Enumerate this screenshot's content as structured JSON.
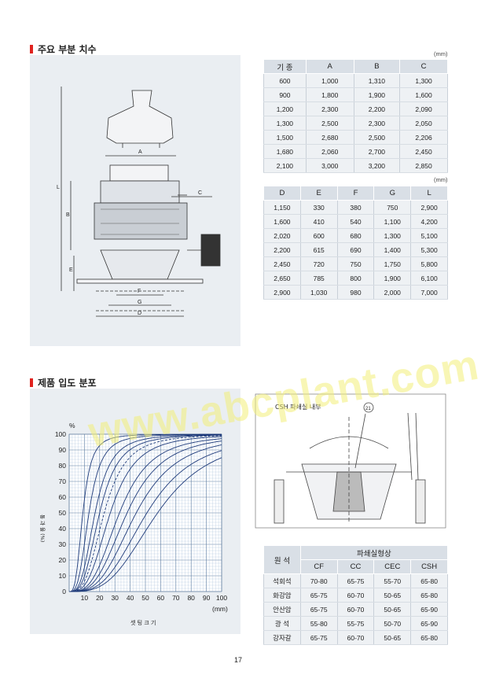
{
  "section1": {
    "title": "주요 부분 치수"
  },
  "section2": {
    "title": "제품 입도 분포"
  },
  "table1": {
    "unit": "(mm)",
    "headers": [
      "기 종",
      "A",
      "B",
      "C"
    ],
    "rows": [
      [
        "600",
        "1,000",
        "1,310",
        "1,300"
      ],
      [
        "900",
        "1,800",
        "1,900",
        "1,600"
      ],
      [
        "1,200",
        "2,300",
        "2,200",
        "2,090"
      ],
      [
        "1,300",
        "2,500",
        "2,300",
        "2,050"
      ],
      [
        "1,500",
        "2,680",
        "2,500",
        "2,206"
      ],
      [
        "1,680",
        "2,060",
        "2,700",
        "2,450"
      ],
      [
        "2,100",
        "3,000",
        "3,200",
        "2,850"
      ]
    ]
  },
  "table2": {
    "unit": "(mm)",
    "headers": [
      "D",
      "E",
      "F",
      "G",
      "L"
    ],
    "rows": [
      [
        "1,150",
        "330",
        "380",
        "750",
        "2,900"
      ],
      [
        "1,600",
        "410",
        "540",
        "1,100",
        "4,200"
      ],
      [
        "2,020",
        "600",
        "680",
        "1,300",
        "5,100"
      ],
      [
        "2,200",
        "615",
        "690",
        "1,400",
        "5,300"
      ],
      [
        "2,450",
        "720",
        "750",
        "1,750",
        "5,800"
      ],
      [
        "2,650",
        "785",
        "800",
        "1,900",
        "6,100"
      ],
      [
        "2,900",
        "1,030",
        "980",
        "2,000",
        "7,000"
      ]
    ]
  },
  "table3": {
    "header_main": "원 석",
    "header_group": "파쇄실형상",
    "headers": [
      "CF",
      "CC",
      "CEC",
      "CSH"
    ],
    "rows": [
      [
        "석회석",
        "70-80",
        "65-75",
        "55-70",
        "65-80"
      ],
      [
        "화강암",
        "65-75",
        "60-70",
        "50-65",
        "65-80"
      ],
      [
        "안산암",
        "65-75",
        "60-70",
        "50-65",
        "65-90"
      ],
      [
        "광 석",
        "55-80",
        "55-75",
        "50-70",
        "65-90"
      ],
      [
        "강자갈",
        "65-75",
        "60-70",
        "50-65",
        "65-80"
      ]
    ]
  },
  "drawing": {
    "labels": {
      "A": "A",
      "B": "B",
      "C": "C",
      "D": "D",
      "E": "E",
      "F": "F",
      "G": "G",
      "L": "L"
    }
  },
  "crusher_section": {
    "caption": "CSH 파쇄실 내부",
    "callout": "21"
  },
  "chart_data": {
    "type": "line",
    "title": "",
    "xlabel": "셋 팅 크 기",
    "xunit": "(mm)",
    "ylabel": "통 과 율 (%)",
    "yunit": "%",
    "xlim": [
      0,
      100
    ],
    "ylim": [
      0,
      100
    ],
    "xticks": [
      10,
      20,
      30,
      40,
      50,
      60,
      70,
      80,
      90,
      100
    ],
    "yticks": [
      0,
      10,
      20,
      30,
      40,
      50,
      60,
      70,
      80,
      90,
      100
    ],
    "grid": true,
    "series": [
      {
        "x50": 9,
        "dashed": false
      },
      {
        "x50": 13,
        "dashed": false
      },
      {
        "x50": 17,
        "dashed": false
      },
      {
        "x50": 20,
        "dashed": false
      },
      {
        "x50": 23,
        "dashed": true
      },
      {
        "x50": 27,
        "dashed": false
      },
      {
        "x50": 33,
        "dashed": false
      },
      {
        "x50": 38,
        "dashed": false
      },
      {
        "x50": 44,
        "dashed": false
      },
      {
        "x50": 51,
        "dashed": false
      },
      {
        "x50": 58,
        "dashed": false
      }
    ]
  },
  "watermark": "www.abcplant.com",
  "page_number": "17"
}
